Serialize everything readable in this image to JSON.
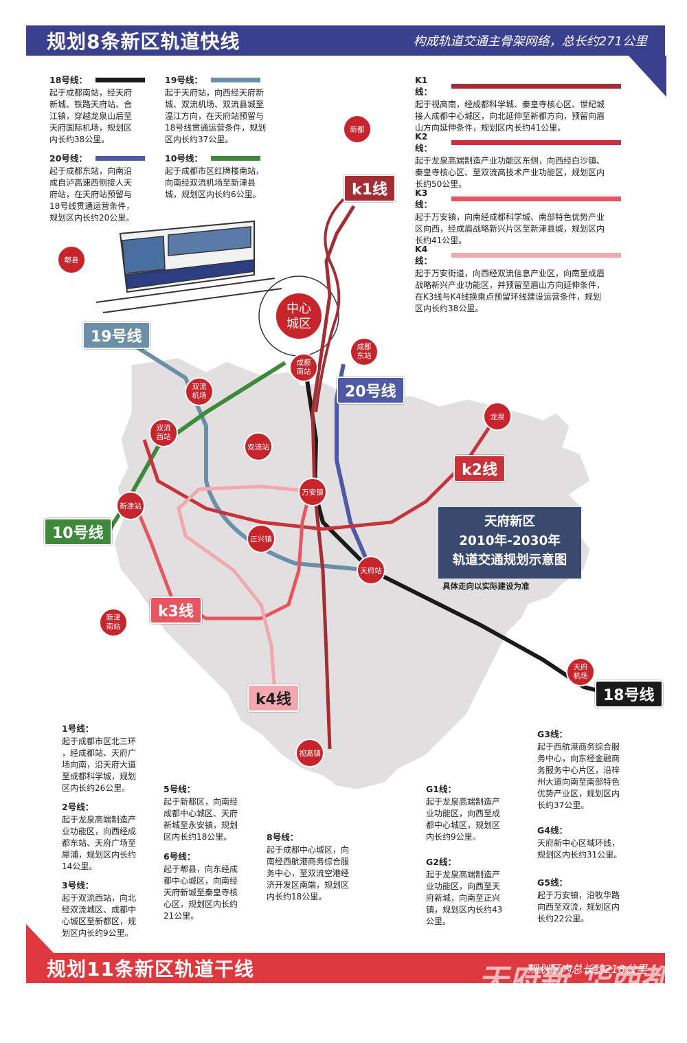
{
  "header": {
    "title": "规划8条新区轨道快线",
    "subtitle": "构成轨道交通主骨架网络，总长约271公里"
  },
  "footer": {
    "title": "规划11条新区轨道干线",
    "subtitle": "规划区内总长约218公里",
    "watermark": "天府新 华西都市报"
  },
  "colors": {
    "line18": "#1a1a1a",
    "line19": "#6b8fa8",
    "line20": "#4f5aa6",
    "line10": "#3e8a3a",
    "k1": "#a22e34",
    "k2": "#c8323a",
    "k3": "#e85560",
    "k4": "#f2a8ae",
    "header_band": "#3a3f8e",
    "footer_band": "#e0383f",
    "map_fill": "#e2dfe0"
  },
  "legend_left": [
    {
      "name": "18号线：",
      "desc": "起于成都南站，经天府\n新城、铁路天府站、合\n江镇，穿越龙泉山后至\n天府国际机场，规划区\n内长约38公里。"
    },
    {
      "name": "20号线：",
      "desc": "起于成都东站，向南沿\n成自泸高速西侧接人天\n府站，在天府站预留与\n18号线贯通运营条件，\n规划区内长约20公里。"
    },
    {
      "name": "19号线：",
      "desc": "起于天府站，向西经天府新\n城、双流机场、双流县城至\n温江方向，在天府站预留与\n18号线贯通运营条件，规划\n区内长约37公里。"
    },
    {
      "name": "10号线：",
      "desc": "起于成都市区红牌楼南站，\n向南经双流机场至新津县\n城，规划区内长约6公里。"
    }
  ],
  "legend_right": [
    {
      "name": "K1线：",
      "desc": "起于视高南，经成都科学城、秦皇寺核心区、世纪城\n接人成都中心城区，向北延伸至新都方向，预留向眉\n山方向延伸条件，规划区内长约41公里。"
    },
    {
      "name": "K2线：",
      "desc": "起于龙泉高端制造产业功能区东侧，向西经白沙镇、\n秦皇寺核心区、至双流高技术产业功能区，规划区内\n长约50公里。"
    },
    {
      "name": "K3线：",
      "desc": "起于万安镇，向南经成都科学城、南部特色优势产业\n区向西，经成眉战略新兴片区至新津县城，规划区内\n长约41公里。"
    },
    {
      "name": "K4线：",
      "desc": "起于万安街道，向西经双流信息产业区，向南至成眉\n战略新兴产业功能区，并预留至眉山方向延伸条件，\n在K3线与K4线换乘点预留环线建设运营条件，规划\n区内长约38公里。"
    }
  ],
  "line_tags": {
    "k1": "k1线",
    "k2": "k2线",
    "k3": "k3线",
    "k4": "k4线",
    "l18": "18号线",
    "l19": "19号线",
    "l20": "20号线",
    "l10": "10号线"
  },
  "stations": {
    "xindu": "新都",
    "pixian": "郫县",
    "core1": "中心",
    "core2": "城区",
    "chengdunan1": "成都",
    "chengdunan2": "南站",
    "chengdudong1": "成都",
    "chengdudong2": "东站",
    "shuangliujichang1": "双流",
    "shuangliujichang2": "机场",
    "shuangliuxi1": "双流",
    "shuangliuxi2": "西站",
    "shuangliuzhan": "双流站",
    "longquan": "龙泉",
    "wanan": "万安镇",
    "xinjinzhan": "新津站",
    "zhengxing": "正兴镇",
    "tianfuzhan": "天府站",
    "xinjinnan1": "新津",
    "xinjinnan2": "南站",
    "tianfujichang1": "天府",
    "tianfujichang2": "机场",
    "shigao": "视高镇"
  },
  "info_box": {
    "line1": "天府新区",
    "line2": "2010年-2030年",
    "line3": "轨道交通规划示意图",
    "note": "具体走向以实际建设为准"
  },
  "trunk_lines": [
    {
      "name": "1号线：",
      "desc": "起于成都市区北三环\n，经成都站、天府广\n场向南，沿天府大道\n至成都科学城，规划\n区内长约26公里。"
    },
    {
      "name": "2号线：",
      "desc": "起于龙泉高端制造产\n业功能区，向西经成\n都东站、天府广场至\n犀浦，规划区内长约\n14公里。"
    },
    {
      "name": "3号线：",
      "desc": "起于双流西站，向北\n经双流城区、成都中\n心城区至新都区，规\n划区内长约9公里。"
    },
    {
      "name": "5号线：",
      "desc": "起于新都区，向南经\n成都中心城区、天府\n新城至永安镇，规划\n区内长约18公里。"
    },
    {
      "name": "6号线：",
      "desc": "起于郫县，向东经成\n都中心城区，向南经\n天府新城至秦皇寺核\n心区，规划区内长约\n21公里。"
    },
    {
      "name": "8号线：",
      "desc": "起于成都中心城区，向\n南经西航港商务综合服\n务中心，至双流空港经\n济开发区南端，规划区\n内长约18公里。"
    },
    {
      "name": "G1线：",
      "desc": "起于龙泉高端制造产\n业功能区，向西至成\n都中心城区，规划区\n内长约9公里。"
    },
    {
      "name": "G2线：",
      "desc": "起于龙泉高端制造产\n业功能区，向西至天\n府新城，向南至正兴\n镇，规划区内长约43\n公里。"
    },
    {
      "name": "G3线：",
      "desc": "起于西航港商务综合服\n务中心，向东经金融商\n务服务中心片区，沿梓\n州大道向南至南部特色\n优势产业区，规划区内\n长约37公里。"
    },
    {
      "name": "G4线：",
      "desc": "天府新中心区域环线，\n规划区内长约31公里。"
    },
    {
      "name": "G5线：",
      "desc": "起于万安镇，沿牧华路\n向西至双流，规划区内\n长约22公里。"
    }
  ]
}
